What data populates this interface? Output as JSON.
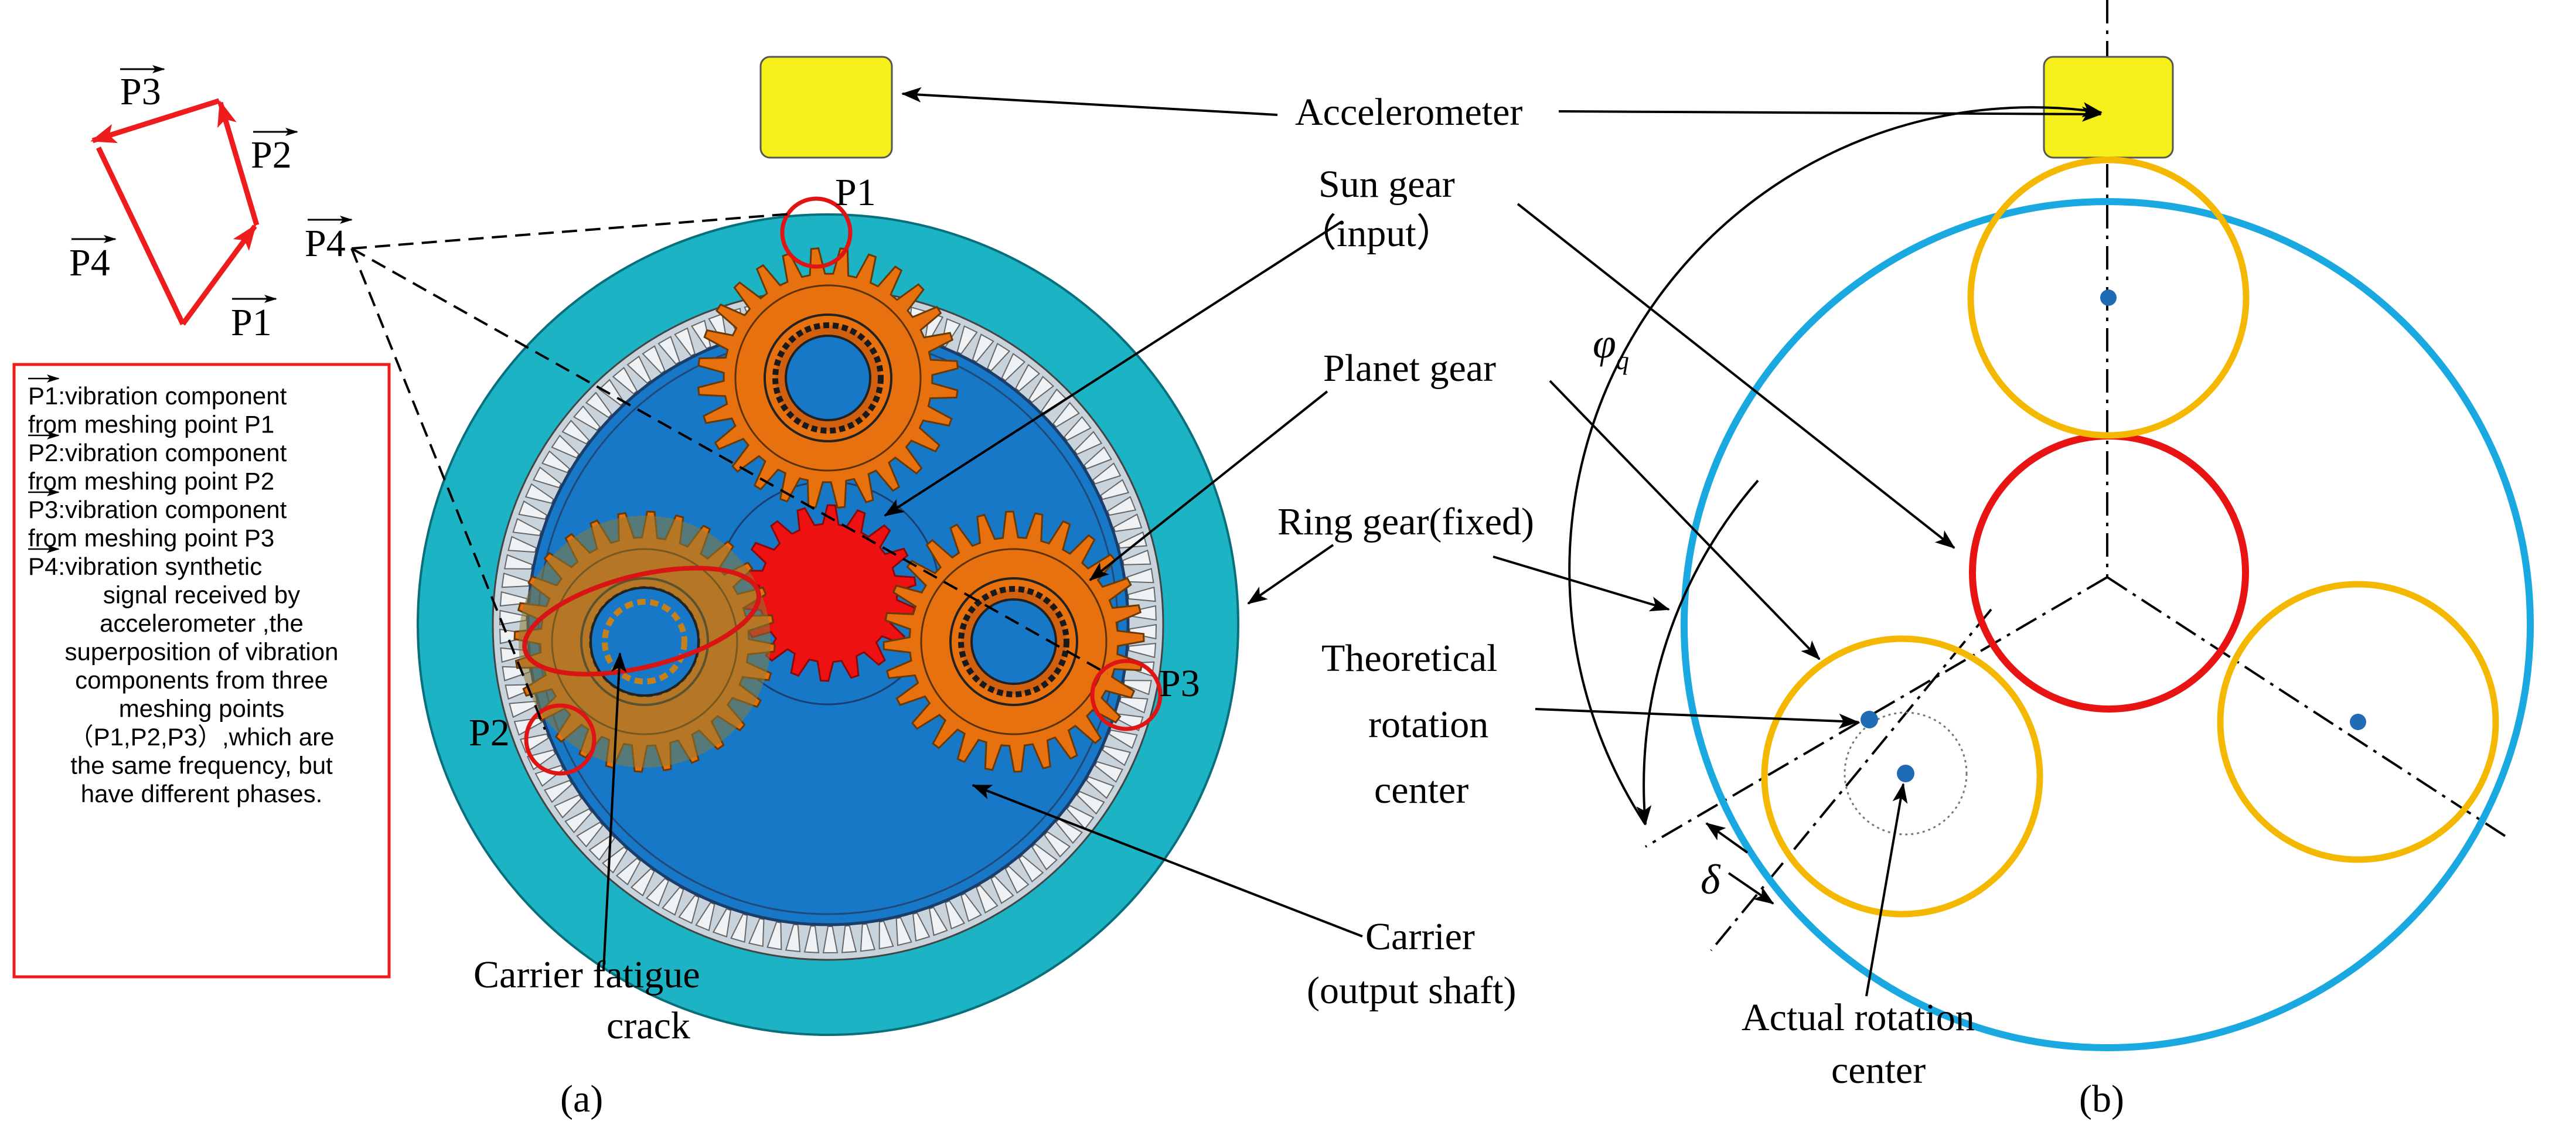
{
  "vectors": {
    "p1": "P1",
    "p2": "P2",
    "p3": "P3",
    "p4": "P4"
  },
  "legend": [
    {
      "symbol": "P1",
      "text_lines": [
        ":vibration component",
        "from meshing point P1"
      ]
    },
    {
      "symbol": "P2",
      "text_lines": [
        ":vibration component",
        "from meshing point P2"
      ]
    },
    {
      "symbol": "P3",
      "text_lines": [
        ":vibration component",
        "from meshing point P3"
      ]
    },
    {
      "symbol": "P4",
      "text_lines": [
        ":vibration synthetic",
        "signal  received by",
        "accelerometer ,the",
        "superposition of vibration",
        "components  from three",
        "meshing points",
        "（P1,P2,P3）,which are",
        "the same frequency, but",
        "have different phases."
      ]
    }
  ],
  "meshing_points": {
    "p1": "P1",
    "p2": "P2",
    "p3": "P3"
  },
  "labels": {
    "accelerometer": "Accelerometer",
    "sun_gear": [
      "Sun gear",
      "（input）"
    ],
    "planet_gear": "Planet gear",
    "ring_gear": "Ring gear(fixed)",
    "theoretical_center": [
      "Theoretical",
      "rotation",
      "center"
    ],
    "carrier": [
      "Carrier",
      "(output shaft)"
    ],
    "crack": [
      "Carrier fatigue",
      "crack"
    ],
    "actual_center": [
      "Actual rotation",
      "center"
    ],
    "phi_main": "φ",
    "phi_sub": "q",
    "delta": "δ"
  },
  "panels": {
    "a": "(a)",
    "b": "(b)"
  },
  "colors": {
    "vector_red": "#ee1c1c",
    "ring_outer": "#1cb3c4",
    "ring_inner": "#c9d3dc",
    "carrier_blue": "#1878c8",
    "planet_orange": "#e8710f",
    "sun_red": "#ee1111",
    "accelerometer_yellow": "#f5ef1a",
    "schematic_ring": "#1aa8e0",
    "schematic_planet": "#f5b800",
    "schematic_sun": "#e81414",
    "center_dot": "#1f6bb4"
  }
}
